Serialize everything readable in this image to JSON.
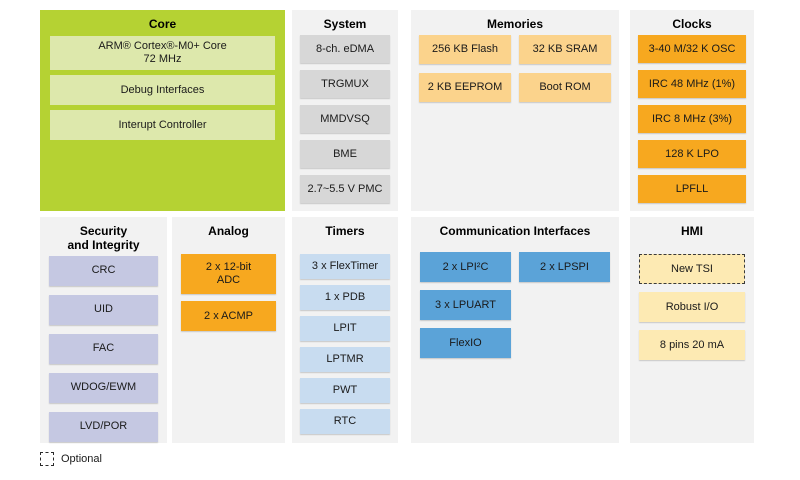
{
  "colors": {
    "core_bg": "#b5d233",
    "core_item_bg": "#dde8ac",
    "panel_bg": "#f2f2f2",
    "gray_item": "#d7d7d7",
    "tan_item": "#fbd38c",
    "orange_item": "#f7a81f",
    "lavender_item": "#c5c8e2",
    "ltblue_item": "#c8dcf0",
    "blue_item": "#5ba3d8",
    "yellow_item": "#fdeab3",
    "text": "#1a1a1a"
  },
  "sections": {
    "core": {
      "title": "Core",
      "items": [
        "ARM® Cortex®-M0+ Core\n72 MHz",
        "Debug Interfaces",
        "Interupt Controller"
      ]
    },
    "system": {
      "title": "System",
      "items": [
        "8-ch. eDMA",
        "TRGMUX",
        "MMDVSQ",
        "BME",
        "2.7~5.5 V PMC"
      ]
    },
    "memories": {
      "title": "Memories",
      "items": [
        "256 KB Flash",
        "32 KB SRAM",
        "2 KB EEPROM",
        "Boot ROM"
      ]
    },
    "clocks": {
      "title": "Clocks",
      "items": [
        "3-40 M/32 K OSC",
        "IRC 48 MHz (1%)",
        "IRC 8 MHz (3%)",
        "128 K LPO",
        "LPFLL"
      ]
    },
    "security": {
      "title": "Security\nand Integrity",
      "items": [
        "CRC",
        "UID",
        "FAC",
        "WDOG/EWM",
        "LVD/POR"
      ]
    },
    "analog": {
      "title": "Analog",
      "items": [
        "2 x 12-bit\nADC",
        "2 x ACMP"
      ]
    },
    "timers": {
      "title": "Timers",
      "items": [
        "3 x FlexTimer",
        "1 x PDB",
        "LPIT",
        "LPTMR",
        "PWT",
        "RTC"
      ]
    },
    "comm": {
      "title": "Communication Interfaces",
      "items": [
        "2 x LPI²C",
        "2 x LPSPI",
        "3 x LPUART",
        "FlexIO"
      ]
    },
    "hmi": {
      "title": "HMI",
      "items": [
        "New TSI",
        "Robust I/O",
        "8 pins 20 mA"
      ],
      "optional_item": "New TSI"
    }
  },
  "legend": {
    "label": "Optional"
  }
}
